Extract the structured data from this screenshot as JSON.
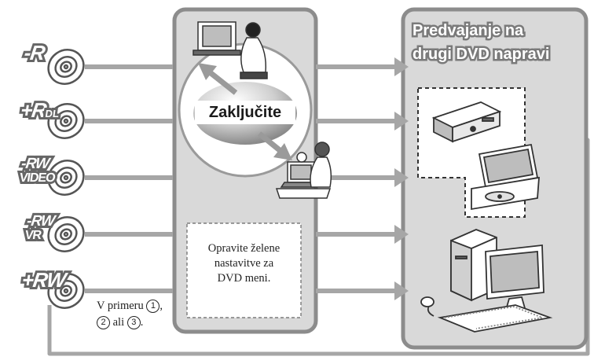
{
  "discs": [
    {
      "label": "-R",
      "sub": ""
    },
    {
      "label": "+R",
      "sub": "DL"
    },
    {
      "label": "-RW",
      "sub": "VIDEO"
    },
    {
      "label": "-RW",
      "sub": "VR"
    },
    {
      "label": "+RW",
      "sub": ""
    }
  ],
  "center": {
    "title": "Zaključite"
  },
  "note": {
    "line1": "Opravite želene",
    "line2": "nastavitve za",
    "line3": "DVD meni."
  },
  "example": {
    "prefix": "V primeru",
    "n1": "1",
    "sep1": ",",
    "n2": "2",
    "mid": "ali",
    "n3": "3",
    "end": "."
  },
  "right_panel": {
    "title_line1": "Predvajanje na",
    "title_line2": "drugi DVD napravi"
  },
  "colors": {
    "panel_fill": "#d9d9d9",
    "panel_border": "#8c8c8c",
    "arrow": "#a6a6a6"
  }
}
